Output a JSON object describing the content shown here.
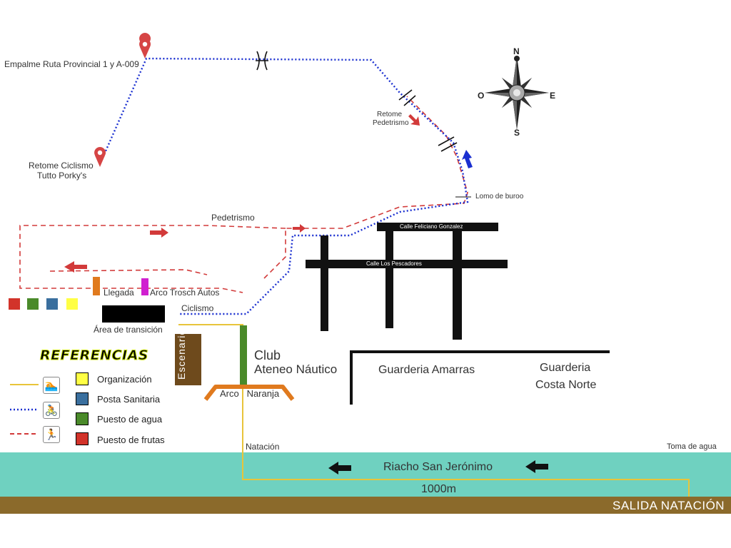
{
  "map": {
    "places": {
      "empalme": "Empalme Ruta Provincial 1 y A-009",
      "retome_ciclismo_1": "Retome Ciclismo",
      "retome_ciclismo_2": "Tutto Porky's",
      "retome_pedestrismo_1": "Retome",
      "retome_pedestrismo_2": "Pedetrismo",
      "lomo_de_burro": "Lomo de buroo",
      "pedetrismo": "Pedetrismo",
      "llegada": "Llegada",
      "arco_trosch": "Arco Trosch Autos",
      "ciclismo": "Ciclismo",
      "area_transicion": "Área de transición",
      "escenario": "Escenario",
      "club_1": "Club",
      "club_2": "Ateneo Náutico",
      "arco_naranja": "Arco   Naranja",
      "guarderia_amarras": "Guarderia Amarras",
      "guarderia_costa_1": "Guarderia",
      "guarderia_costa_2": "Costa Norte",
      "calle_feliciano": "Calle Feliciano Gonzalez",
      "calle_pescadores": "Calle Los Pescadores",
      "natacion": "Natación",
      "toma_de_agua": "Toma de agua",
      "riacho": "Riacho San Jerónimo",
      "distancia": "1000m",
      "salida": "SALIDA NATACIÓN"
    },
    "compass": {
      "n": "N",
      "s": "S",
      "e": "E",
      "o": "O"
    },
    "legend": {
      "title": "REFERENCIAS",
      "items": [
        {
          "label": "Organización",
          "color": "#ffff44",
          "icon": "swimmer-icon"
        },
        {
          "label": "Posta Sanitaria",
          "color": "#3a6f9e",
          "icon": "cyclist-icon"
        },
        {
          "label": "Puesto de agua",
          "color": "#4a8a2a",
          "icon": "runner-icon"
        },
        {
          "label": "Puesto de frutas",
          "color": "#d2332a",
          "icon": ""
        }
      ]
    },
    "colors": {
      "swim_route": "#e8c43a",
      "bike_route": "#1a2fd0",
      "run_route": "#d23a3a",
      "river": "#6fd1c0",
      "river_bank": "#8b6a2b",
      "streets": "#111111",
      "escenario": "#6e4a1c",
      "llegada": "#e07a1e",
      "arco_trosch": "#d020d0",
      "water_post": "#4a8a2a",
      "arco_naranja": "#e07a1e",
      "pin": "#d64545"
    }
  }
}
